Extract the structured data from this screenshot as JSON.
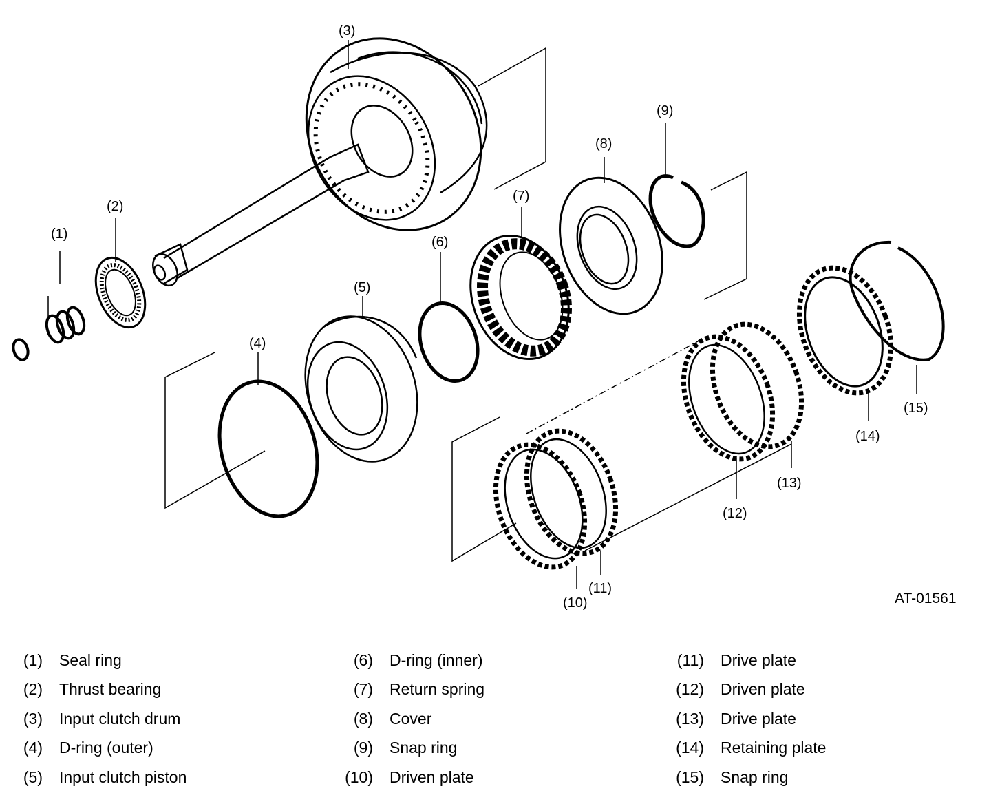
{
  "figure_id": "AT-01561",
  "parts": [
    {
      "num": "(1)",
      "name": "Seal ring"
    },
    {
      "num": "(2)",
      "name": "Thrust bearing"
    },
    {
      "num": "(3)",
      "name": "Input clutch drum"
    },
    {
      "num": "(4)",
      "name": "D-ring (outer)"
    },
    {
      "num": "(5)",
      "name": "Input clutch piston"
    },
    {
      "num": "(6)",
      "name": "D-ring (inner)"
    },
    {
      "num": "(7)",
      "name": "Return spring"
    },
    {
      "num": "(8)",
      "name": "Cover"
    },
    {
      "num": "(9)",
      "name": "Snap ring"
    },
    {
      "num": "(10)",
      "name": "Driven plate"
    },
    {
      "num": "(11)",
      "name": "Drive plate"
    },
    {
      "num": "(12)",
      "name": "Driven plate"
    },
    {
      "num": "(13)",
      "name": "Drive plate"
    },
    {
      "num": "(14)",
      "name": "Retaining plate"
    },
    {
      "num": "(15)",
      "name": "Snap ring"
    }
  ]
}
